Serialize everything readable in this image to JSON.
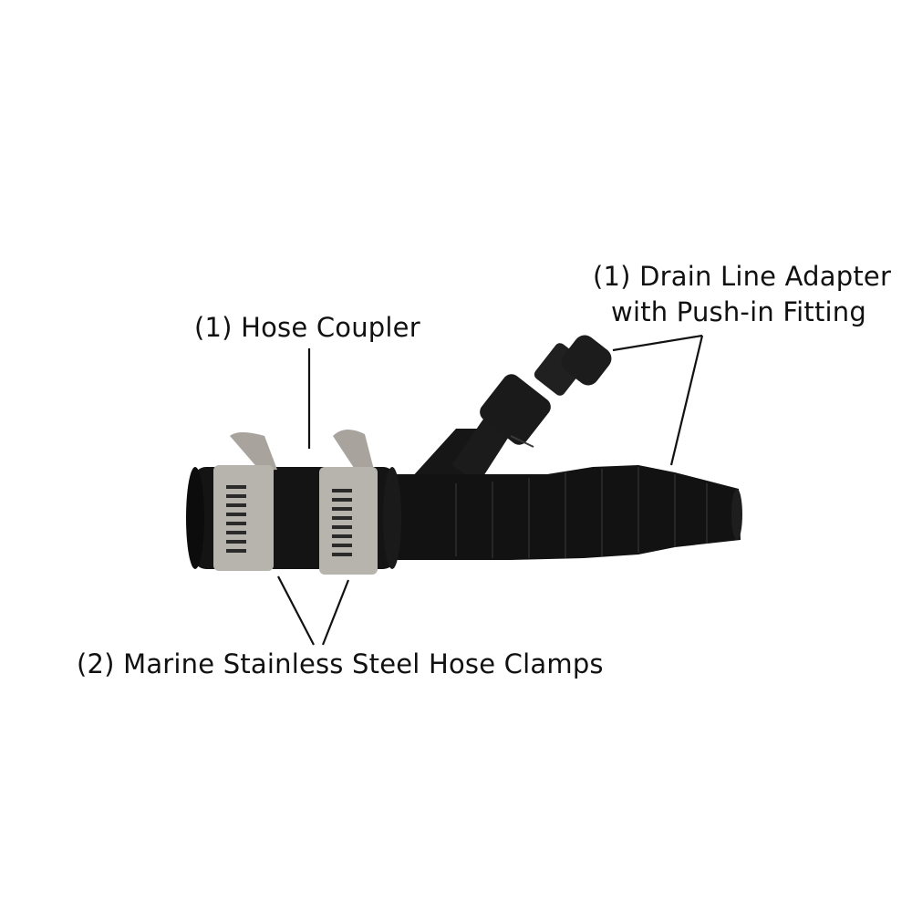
{
  "labels": {
    "hose_coupler": "(1) Hose Coupler",
    "drain_adapter_line1": "(1) Drain Line Adapter",
    "drain_adapter_line2": "with Push-in Fitting",
    "clamps": "(2) Marine Stainless Steel Hose Clamps"
  },
  "colors": {
    "background": "#ffffff",
    "text": "#111111",
    "rubber": "#141414",
    "steel": "#b7b4ae"
  }
}
